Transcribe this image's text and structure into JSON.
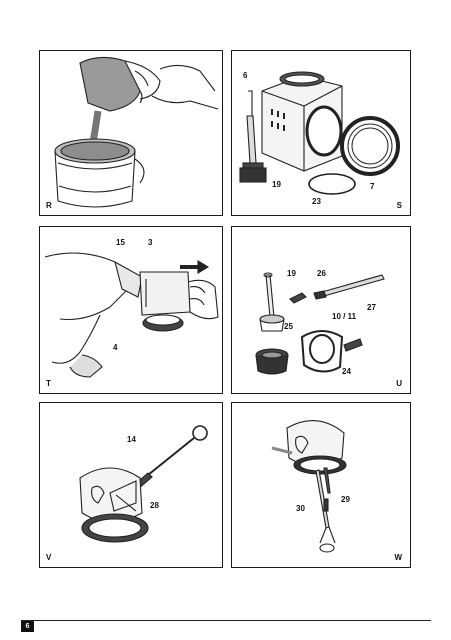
{
  "page_number": "6",
  "panels": {
    "R": {
      "letter": "R",
      "callouts": []
    },
    "S": {
      "letter": "S",
      "callouts": [
        "6",
        "19",
        "23",
        "7"
      ]
    },
    "T": {
      "letter": "T",
      "callouts": [
        "15",
        "3",
        "4"
      ]
    },
    "U": {
      "letter": "U",
      "callouts": [
        "19",
        "26",
        "27",
        "25",
        "10 / 11",
        "24"
      ]
    },
    "V": {
      "letter": "V",
      "callouts": [
        "14",
        "28"
      ]
    },
    "W": {
      "letter": "W",
      "callouts": [
        "29",
        "30"
      ]
    }
  }
}
